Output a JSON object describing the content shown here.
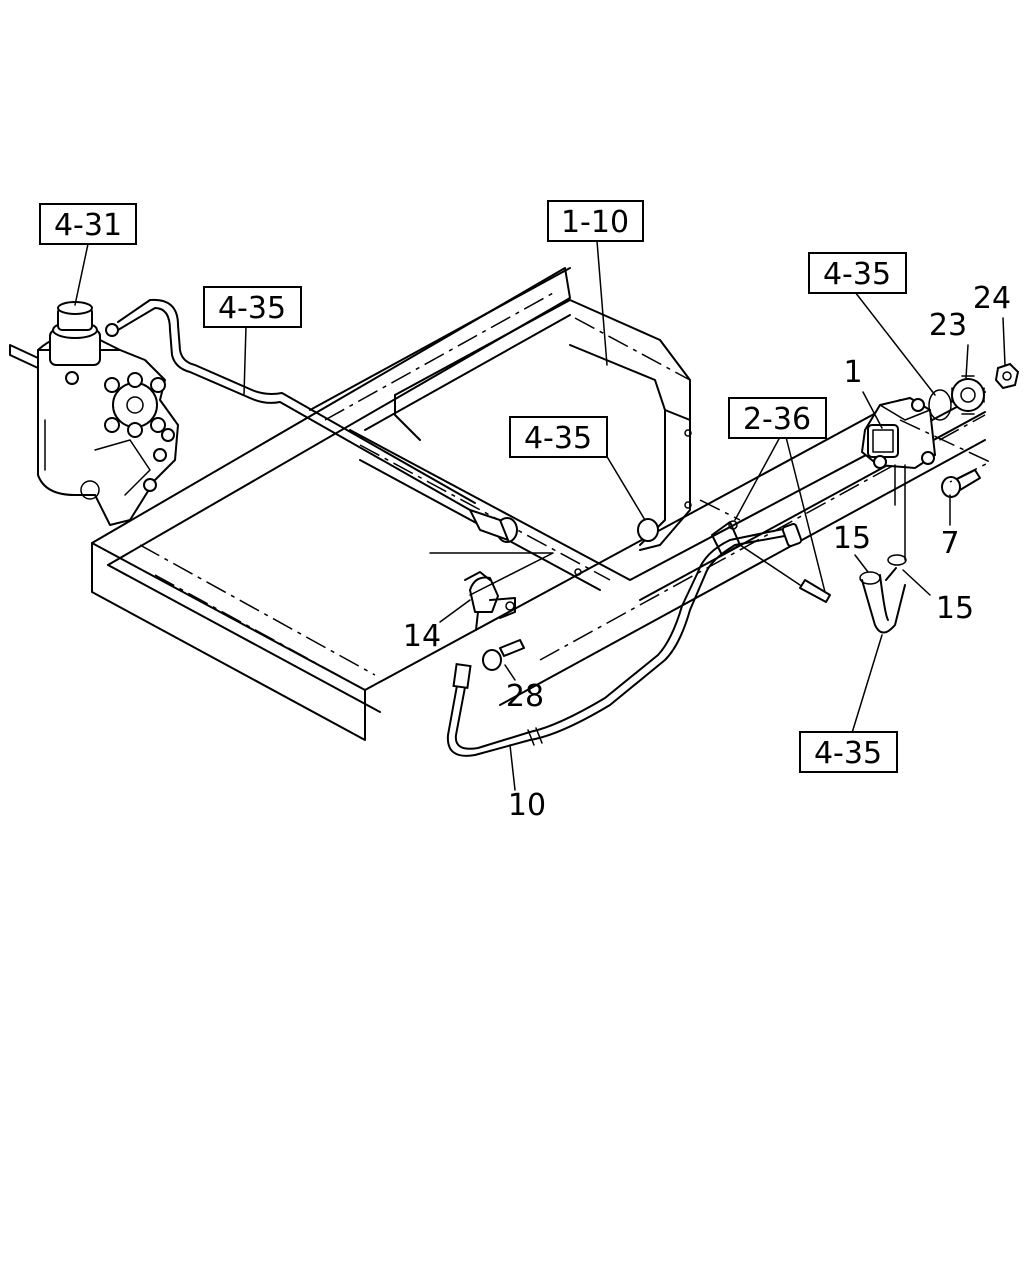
{
  "diagram": {
    "refs": [
      "4-31",
      "1-10",
      "4-35",
      "4-35",
      "4-35",
      "2-36",
      "4-35"
    ],
    "parts": [
      "1",
      "23",
      "24",
      "7",
      "15",
      "15",
      "14",
      "28",
      "10"
    ]
  }
}
